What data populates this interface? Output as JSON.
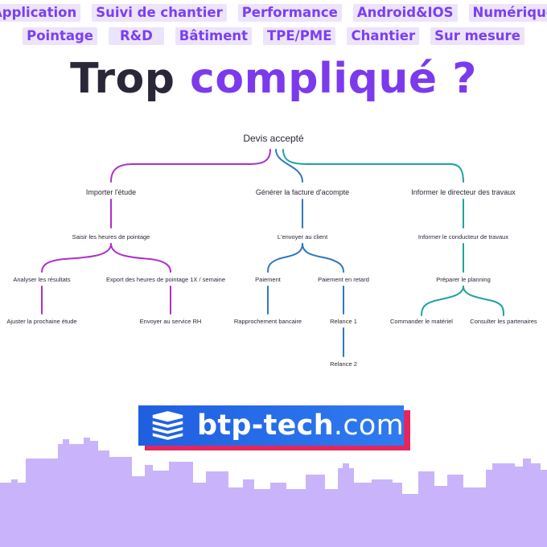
{
  "tags": {
    "row1": [
      "Application",
      "Suivi de chantier",
      "Performance",
      "Android&IOS",
      "Numérique"
    ],
    "row2": [
      "Pointage",
      "R&D",
      "Bâtiment",
      "TPE/PME",
      "Chantier",
      "Sur mesure"
    ]
  },
  "headline": {
    "part1": "Trop",
    "part2": "compliqué ?"
  },
  "tree": {
    "root": "Devis accepté",
    "importer": {
      "label": "Importer l'étude",
      "child": "Saisir les heures de pointage",
      "left": {
        "label": "Analyser les résultats",
        "child": "Ajuster la prochaine étude"
      },
      "right": {
        "label": "Export des heures de pointage 1X / semaine",
        "child": "Envoyer au service RH"
      }
    },
    "facture": {
      "label": "Générer la facture d'acompte",
      "child": "L'envoyer au client",
      "left": {
        "label": "Paiement",
        "child": "Rapprochement bancaire"
      },
      "right": {
        "label": "Paiement en retard",
        "child": "Relance 1",
        "grandchild": "Relance 2"
      }
    },
    "directeur": {
      "label": "Informer le directeur des travaux",
      "child": "Informer le conducteur de travaux",
      "next": "Préparer le planning",
      "left": "Commander le matériel",
      "right": "Consulter les partenaires"
    },
    "colors": {
      "purple": "#b02fc9",
      "blue": "#2f78c0",
      "teal": "#20a39a"
    }
  },
  "logo": {
    "text_bold": "btp-tech",
    "text_light": ".com",
    "icon": "stacked-layers-icon"
  },
  "colors": {
    "accent": "#7c3aed",
    "tag_bg": "#ece4fb",
    "skyline": "#c9b4fb",
    "logo_blue": "#2a6ce8",
    "logo_shadow": "#e2275f"
  }
}
